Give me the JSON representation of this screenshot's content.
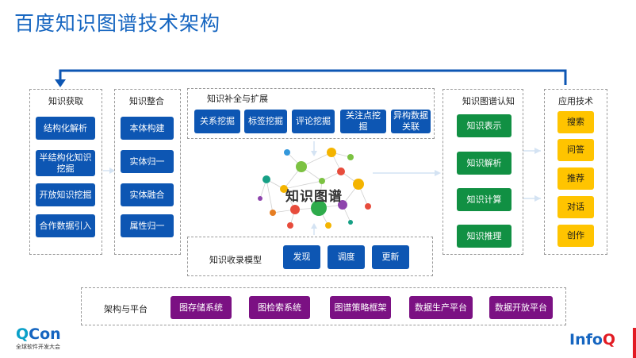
{
  "title": "百度知识图谱技术架构",
  "acquisition": {
    "title": "知识获取",
    "items": [
      "结构化解析",
      "半结构化知识挖掘",
      "开放知识挖掘",
      "合作数据引入"
    ]
  },
  "integration": {
    "title": "知识整合",
    "items": [
      "本体构建",
      "实体归一",
      "实体融合",
      "属性归一"
    ]
  },
  "completion": {
    "title": "知识补全与扩展",
    "items": [
      "关系挖掘",
      "标签挖掘",
      "评论挖掘",
      "关注点挖掘",
      "异构数据关联"
    ]
  },
  "center_label": "知识图谱",
  "collection": {
    "title": "知识收录模型",
    "items": [
      "发现",
      "调度",
      "更新"
    ]
  },
  "cognition": {
    "title": "知识图谱认知",
    "items": [
      "知识表示",
      "知识解析",
      "知识计算",
      "知识推理"
    ]
  },
  "application": {
    "title": "应用技术",
    "items": [
      "搜索",
      "问答",
      "推荐",
      "对话",
      "创作"
    ]
  },
  "platform": {
    "title": "架构与平台",
    "items": [
      "图存储系统",
      "图检索系统",
      "图谱策略框架",
      "数据生产平台",
      "数据开放平台"
    ]
  },
  "logos": {
    "qcon_q": "Q",
    "qcon_rest": "Con",
    "qcon_sub": "全球软件开发大会",
    "infoq_text": "Info",
    "infoq_q": "Q"
  },
  "colors": {
    "title_blue": "#1565c0",
    "box_blue": "#0d56b3",
    "box_green": "#119043",
    "box_gold": "#ffc400",
    "box_purple": "#7b1183"
  }
}
